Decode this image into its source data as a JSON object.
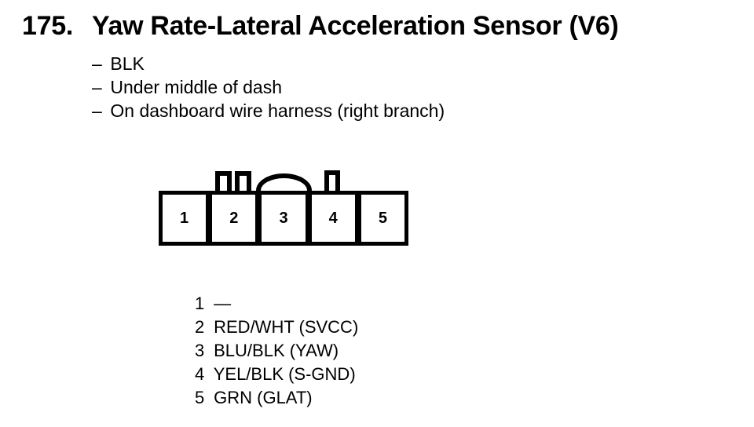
{
  "document": {
    "background_color": "#ffffff",
    "ink_color": "#000000"
  },
  "header": {
    "item_number": "175.",
    "title": "Yaw Rate-Lateral Acceleration Sensor (V6)"
  },
  "notes": {
    "bullet": "–",
    "items": [
      "BLK",
      "Under middle of dash",
      "On dashboard wire harness (right branch)"
    ]
  },
  "connector": {
    "cavities": [
      "1",
      "2",
      "3",
      "4",
      "5"
    ]
  },
  "pinout": {
    "rows": [
      {
        "pin": "1",
        "wire": "—"
      },
      {
        "pin": "2",
        "wire": "RED/WHT (SVCC)"
      },
      {
        "pin": "3",
        "wire": "BLU/BLK (YAW)"
      },
      {
        "pin": "4",
        "wire": "YEL/BLK (S-GND)"
      },
      {
        "pin": "5",
        "wire": "GRN (GLAT)"
      }
    ]
  }
}
